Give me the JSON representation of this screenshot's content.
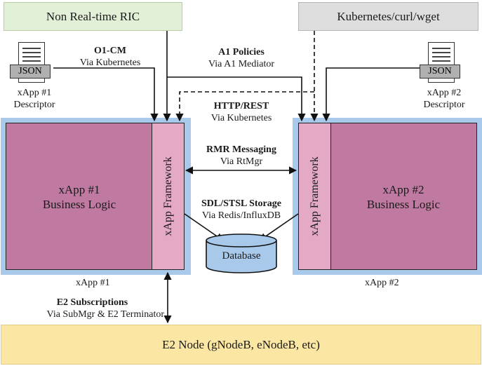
{
  "top": {
    "ric_label": "Non Real-time RIC",
    "kube_label": "Kubernetes/curl/wget"
  },
  "xapp1": {
    "business": [
      "xApp #1",
      "Business Logic"
    ],
    "framework": "xApp Framework",
    "caption": "xApp #1",
    "descriptor": {
      "tag": "JSON",
      "lines": [
        "xApp #1",
        "Descriptor"
      ]
    }
  },
  "xapp2": {
    "business": [
      "xApp #2",
      "Business Logic"
    ],
    "framework": "xApp Framework",
    "caption": "xApp #2",
    "descriptor": {
      "tag": "JSON",
      "lines": [
        "xApp #2",
        "Descriptor"
      ]
    }
  },
  "links": {
    "o1": {
      "title": "O1-CM",
      "sub": "Via Kubernetes"
    },
    "a1": {
      "title": "A1 Policies",
      "sub": "Via A1 Mediator"
    },
    "http": {
      "title": "HTTP/REST",
      "sub": "Via Kubernetes"
    },
    "rmr": {
      "title": "RMR Messaging",
      "sub": "Via RtMgr"
    },
    "sdl": {
      "title": "SDL/STSL Storage",
      "sub": "Via Redis/InfluxDB"
    },
    "e2sub": {
      "title": "E2 Subscriptions",
      "sub": "Via SubMgr & E2 Terminator"
    }
  },
  "database": "Database",
  "e2node": "E2 Node (gNodeB, eNodeB, etc)"
}
